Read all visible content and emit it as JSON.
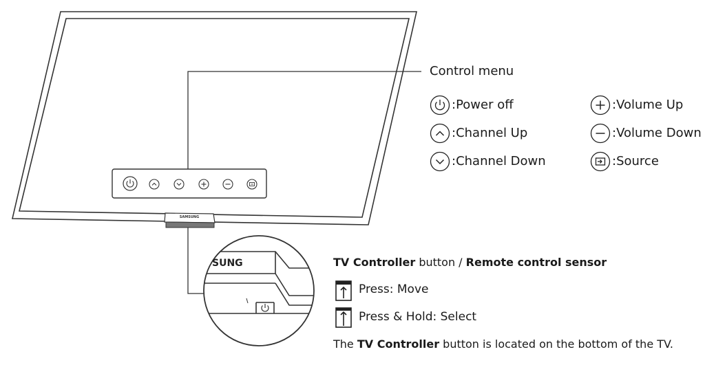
{
  "tv": {
    "brand_badge": "SAMSUNG",
    "inset_brand": "SUNG"
  },
  "control_menu": {
    "title": "Control menu",
    "items": [
      {
        "icon": "power-icon",
        "label": ":Power off"
      },
      {
        "icon": "chevron-up-icon",
        "label": ":Channel Up"
      },
      {
        "icon": "chevron-down-icon",
        "label": ":Channel Down"
      },
      {
        "icon": "plus-icon",
        "label": ":Volume Up"
      },
      {
        "icon": "minus-icon",
        "label": ":Volume Down"
      },
      {
        "icon": "source-icon",
        "label": ":Source"
      }
    ]
  },
  "controller": {
    "heading_bold1": "TV Controller",
    "heading_mid": " button / ",
    "heading_bold2": "Remote control sensor",
    "press_label": "Press: Move",
    "hold_label": "Press & Hold: Select",
    "note_pre": "The ",
    "note_bold": "TV Controller",
    "note_post": " button is located on the bottom of the TV."
  }
}
